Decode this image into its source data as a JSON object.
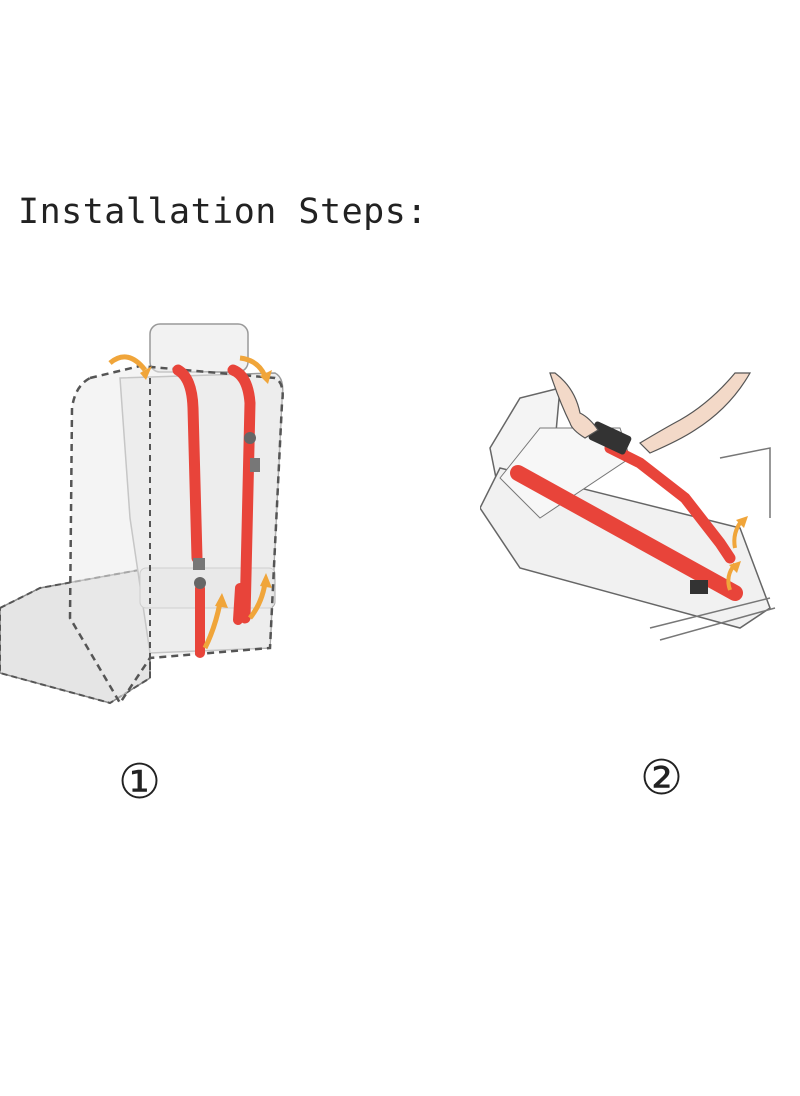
{
  "page": {
    "title": "Installation Steps:"
  },
  "steps": [
    {
      "number": "①",
      "illustration_icon": "seat-back-strap-icon"
    },
    {
      "number": "②",
      "illustration_icon": "seat-buckle-strap-icon"
    }
  ],
  "colors": {
    "strap": "#e8443a",
    "arrow": "#f0a53a",
    "seat": "#ececec",
    "outline": "#555555",
    "skin": "#f3d9c8"
  }
}
